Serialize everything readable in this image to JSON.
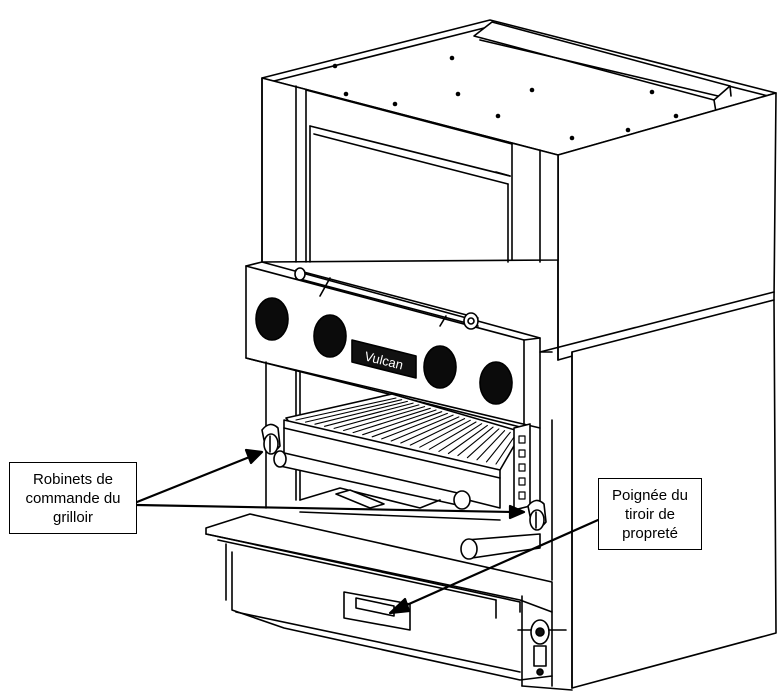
{
  "labels": {
    "left_callout": "Robinets de\ncommande du\ngrilloir",
    "right_callout": "Poignée du\ntiroir de\npropreté"
  },
  "brand_plate": "Vulcan",
  "colors": {
    "line": "#000000",
    "background": "#ffffff",
    "knob_fill": "#0b0b0b"
  }
}
